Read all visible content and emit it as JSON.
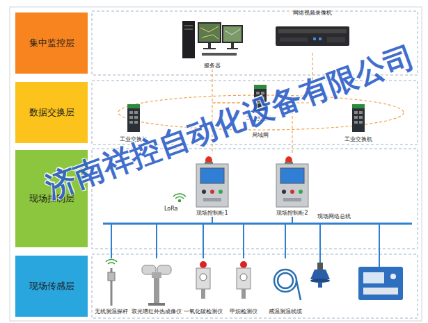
{
  "diagram": {
    "nodes": [
      {
        "text": [
          "集中监控层"
        ]
      },
      {
        "text": [
          "服务器"
        ]
      },
      {
        "text": [
          "网络视频录像机"
        ]
      },
      {
        "text": [
          "数据交换层"
        ]
      },
      {
        "text": [
          "工业交换机"
        ]
      },
      {
        "text": [
          "工业交换机"
        ]
      },
      {
        "text": [
          "工业交换机"
        ]
      },
      {
        "text": [
          "现场控制层"
        ]
      },
      {
        "text": [
          "现场控制柜1"
        ]
      },
      {
        "text": [
          "现场控制柜2"
        ]
      },
      {
        "text": [
          "现场传感层"
        ]
      },
      {
        "text": [
          "无线测温探杆"
        ]
      },
      {
        "text": [
          "双光谱红外热成像仪"
        ]
      },
      {
        "text": [
          "一氧化碳检测仪"
        ]
      },
      {
        "text": [
          "甲烷检测仪"
        ]
      },
      {
        "text": [
          "感温测温线缆"
        ]
      }
    ],
    "edges": [
      {
        "from": 1,
        "to": 5,
        "arrow": "none"
      },
      {
        "from": 2,
        "to": 5,
        "arrow": "none"
      },
      {
        "from": 5,
        "to": 8,
        "arrow": "none"
      },
      {
        "from": 5,
        "to": 9,
        "arrow": "none"
      },
      {
        "from": 8,
        "to": 11,
        "arrow": "none"
      },
      {
        "from": 8,
        "to": 12,
        "arrow": "none"
      },
      {
        "from": 8,
        "to": 13,
        "arrow": "none"
      },
      {
        "from": 8,
        "to": 14,
        "arrow": "none"
      },
      {
        "from": 8,
        "to": 15,
        "arrow": "none"
      },
      {
        "from": 9,
        "to": 11,
        "arrow": "none"
      },
      {
        "from": 9,
        "to": 12,
        "arrow": "none"
      },
      {
        "from": 9,
        "to": 13,
        "arrow": "none"
      },
      {
        "from": 9,
        "to": 14,
        "arrow": "none"
      },
      {
        "from": 9,
        "to": 15,
        "arrow": "none"
      }
    ],
    "labels": [
      "局域网",
      "LoRa",
      "现场网络总线",
      "济南祥控自动化设备有限公司"
    ]
  }
}
